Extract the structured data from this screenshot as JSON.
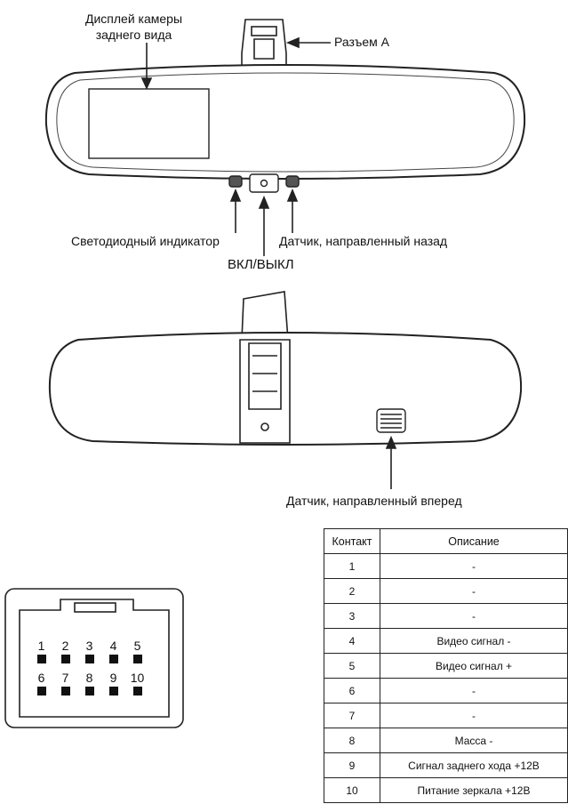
{
  "labels": {
    "rear_camera_display": "Дисплей камеры\nзаднего вида",
    "connector_a": "Разъем А",
    "led_indicator": "Светодиодный индикатор",
    "rear_sensor": "Датчик, направленный назад",
    "on_off": "ВКЛ/ВЫКЛ",
    "front_sensor": "Датчик, направленный вперед"
  },
  "connector_pins": {
    "top_row": [
      "1",
      "2",
      "3",
      "4",
      "5"
    ],
    "bottom_row": [
      "6",
      "7",
      "8",
      "9",
      "10"
    ]
  },
  "pin_table": {
    "headers": {
      "contact": "Контакт",
      "description": "Описание"
    },
    "rows": [
      {
        "contact": "1",
        "description": "-"
      },
      {
        "contact": "2",
        "description": "-"
      },
      {
        "contact": "3",
        "description": "-"
      },
      {
        "contact": "4",
        "description": "Видео сигнал -"
      },
      {
        "contact": "5",
        "description": "Видео сигнал +"
      },
      {
        "contact": "6",
        "description": "-"
      },
      {
        "contact": "7",
        "description": "-"
      },
      {
        "contact": "8",
        "description": "Масса -"
      },
      {
        "contact": "9",
        "description": "Сигнал заднего хода +12В"
      },
      {
        "contact": "10",
        "description": "Питание зеркала +12В"
      }
    ]
  }
}
